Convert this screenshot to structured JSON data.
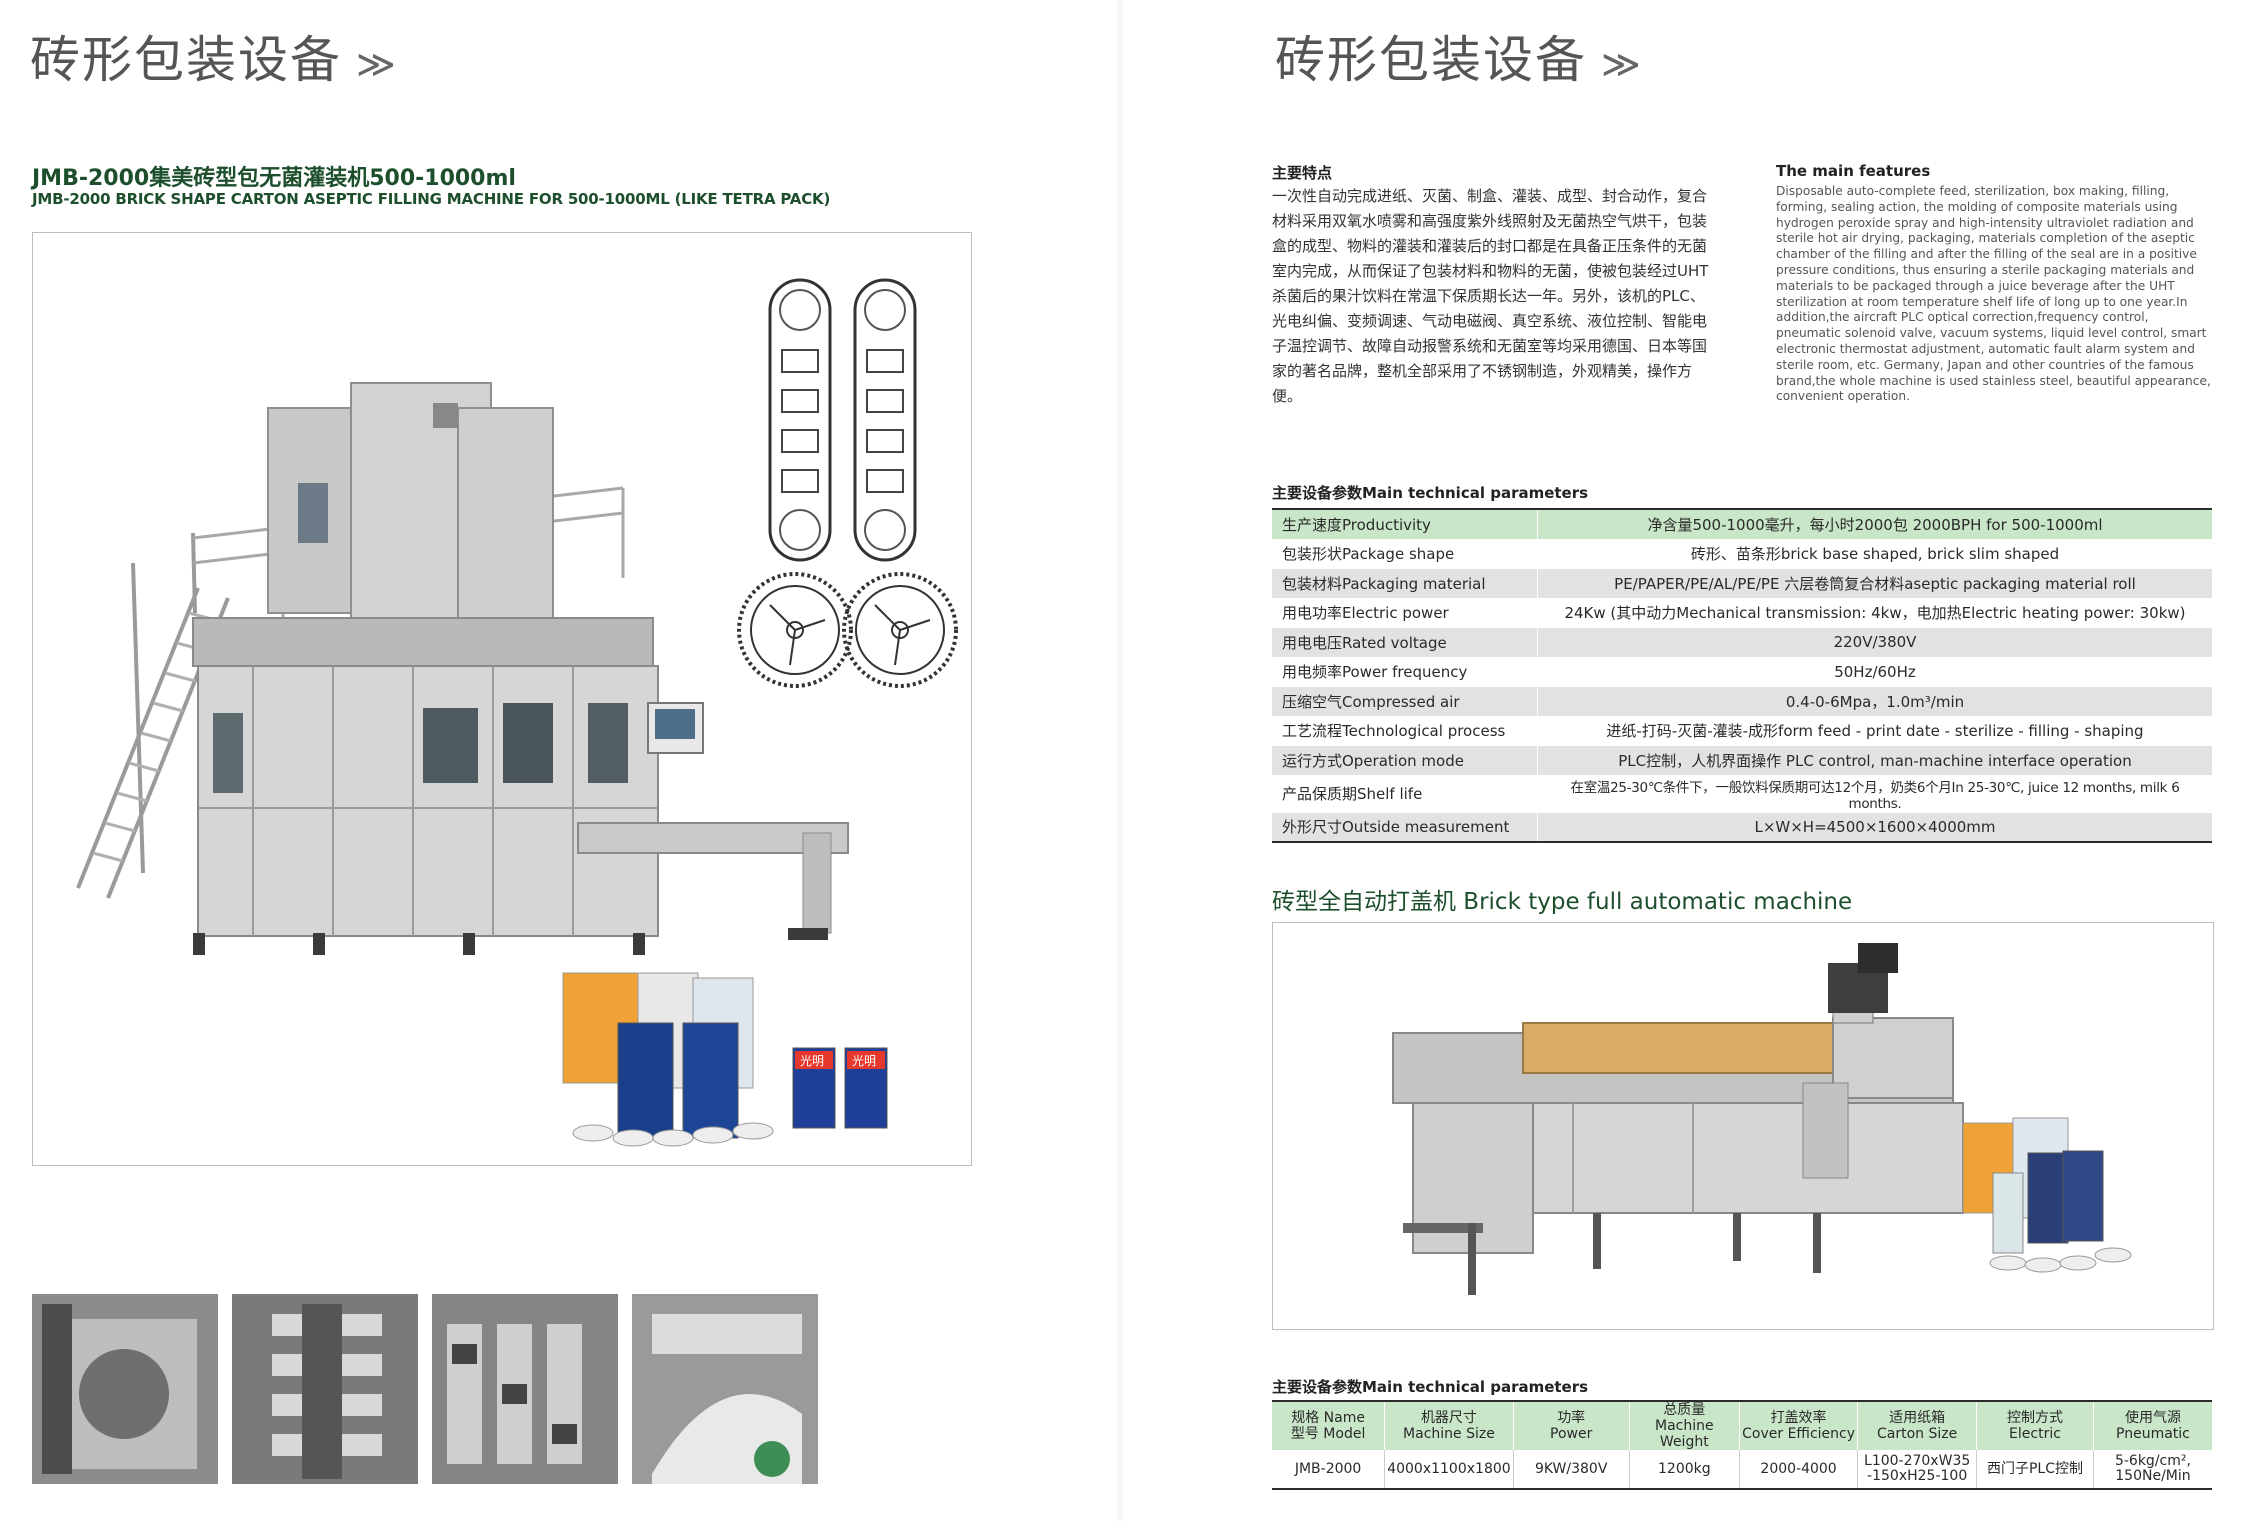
{
  "left": {
    "section_title": "砖形包装设备",
    "section_arrow": "≫",
    "model_title_cn": "JMB-2000集美砖型包无菌灌装机500-1000ml",
    "model_title_en": "JMB-2000 BRICK SHAPE CARTON ASEPTIC FILLING MACHINE FOR 500-1000ML (LIKE TETRA PACK)",
    "carton_labels": [
      "光明",
      "光明"
    ]
  },
  "right": {
    "section_title": "砖形包装设备",
    "section_arrow": "≫",
    "features_cn_title": "主要特点",
    "features_cn": "一次性自动完成进纸、灭菌、制盒、灌装、成型、封合动作，复合材料采用双氧水喷雾和高强度紫外线照射及无菌热空气烘干，包装盒的成型、物料的灌装和灌装后的封口都是在具备正压条件的无菌室内完成，从而保证了包装材料和物料的无菌，使被包装经过UHT杀菌后的果汁饮料在常温下保质期长达一年。另外，该机的PLC、光电纠偏、变频调速、气动电磁阀、真空系统、液位控制、智能电子温控调节、故障自动报警系统和无菌室等均采用德国、日本等国家的著名品牌，整机全部采用了不锈钢制造，外观精美，操作方便。",
    "features_en_title": "The main features",
    "features_en": "Disposable auto-complete feed, sterilization, box making, filling, forming, sealing action, the molding of composite materials using hydrogen peroxide spray and high-intensity ultraviolet radiation and sterile hot air drying, packaging, materials completion of the aseptic chamber of the filling and after the filling of the seal are in a positive pressure conditions, thus ensuring a sterile packaging materials and materials to be packaged through a juice beverage after the UHT sterilization at room temperature shelf life of long up to one year.In addition,the aircraft PLC optical correction,frequency control, pneumatic solenoid valve, vacuum systems, liquid level control, smart electronic thermostat adjustment, automatic fault alarm system and sterile room, etc. Germany, Japan and other countries of the famous brand,the whole machine is used stainless steel, beautiful appearance, convenient operation.",
    "params_title": "主要设备参数Main technical parameters",
    "params": [
      {
        "label": "生产速度Productivity",
        "value": "净含量500-1000毫升，每小时2000包 2000BPH for 500-1000ml"
      },
      {
        "label": "包装形状Package shape",
        "value": "砖形、苗条形brick base shaped, brick slim shaped"
      },
      {
        "label": "包装材料Packaging material",
        "value": "PE/PAPER/PE/AL/PE/PE 六层卷筒复合材料aseptic packaging material roll"
      },
      {
        "label": "用电功率Electric power",
        "value": "24Kw (其中动力Mechanical transmission: 4kw，电加热Electric heating power: 30kw)"
      },
      {
        "label": "用电电压Rated voltage",
        "value": "220V/380V"
      },
      {
        "label": "用电频率Power frequency",
        "value": "50Hz/60Hz"
      },
      {
        "label": "压缩空气Compressed air",
        "value": "0.4-0-6Mpa，1.0m³/min"
      },
      {
        "label": "工艺流程Technological process",
        "value": "进纸-打码-灭菌-灌装-成形form feed - print date - sterilize - filling - shaping"
      },
      {
        "label": "运行方式Operation mode",
        "value": "PLC控制，人机界面操作 PLC control, man-machine interface operation"
      },
      {
        "label": "产品保质期Shelf life",
        "value": "在室温25-30℃条件下，一般饮料保质期可达12个月，奶类6个月In 25-30℃, juice 12 months, milk 6 months."
      },
      {
        "label": "外形尺寸Outside measurement",
        "value": "L×W×H=4500×1600×4000mm"
      }
    ],
    "capper_title": "砖型全自动打盖机 Brick type full automatic machine",
    "params2_title": "主要设备参数Main technical parameters",
    "params2_headers": [
      [
        "规格 Name",
        "型号 Model"
      ],
      [
        "机器尺寸",
        "Machine Size"
      ],
      [
        "功率",
        "Power"
      ],
      [
        "总质量",
        "Machine Weight"
      ],
      [
        "打盖效率",
        "Cover Efficiency"
      ],
      [
        "适用纸箱",
        "Carton Size"
      ],
      [
        "控制方式",
        "Electric"
      ],
      [
        "使用气源",
        "Pneumatic"
      ]
    ],
    "params2_row": [
      [
        "JMB-2000"
      ],
      [
        "4000x1100x1800"
      ],
      [
        "9KW/380V"
      ],
      [
        "1200kg"
      ],
      [
        "2000-4000"
      ],
      [
        "L100-270xW35",
        "-150xH25-100"
      ],
      [
        "西门子PLC控制"
      ],
      [
        "5-6kg/cm²,",
        "150Ne/Min"
      ]
    ]
  },
  "colors": {
    "title_green": "#1d4f2c",
    "row_highlight": "#c9e6c9",
    "row_gray": "#e2e2e2"
  }
}
